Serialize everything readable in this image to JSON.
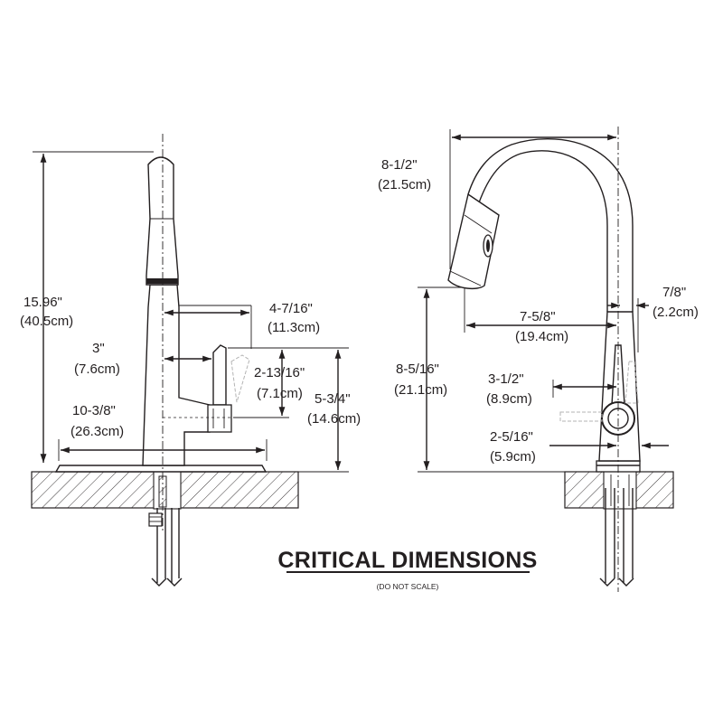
{
  "title": "CRITICAL DIMENSIONS",
  "subtitle": "(DO NOT SCALE)",
  "front_view": {
    "overall_height": {
      "in": "15.96\"",
      "cm": "(40.5cm)"
    },
    "spout_to_handle": {
      "in": "4-7/16\"",
      "cm": "(11.3cm)"
    },
    "handle_clearance": {
      "in": "3\"",
      "cm": "(7.6cm)"
    },
    "handle_height": {
      "in": "2-13/16\"",
      "cm": "(7.1cm)"
    },
    "handle_top_height": {
      "in": "5-3/4\"",
      "cm": "(14.6cm)"
    },
    "deck_plate_width": {
      "in": "10-3/8\"",
      "cm": "(26.3cm)"
    }
  },
  "side_view": {
    "spout_reach_total": {
      "in": "8-1/2\"",
      "cm": "(21.5cm)"
    },
    "spout_height": {
      "in": "8-5/16\"",
      "cm": "(21.1cm)"
    },
    "spout_reach": {
      "in": "7-5/8\"",
      "cm": "(19.4cm)"
    },
    "body_offset": {
      "in": "7/8\"",
      "cm": "(2.2cm)"
    },
    "handle_reach": {
      "in": "3-1/2\"",
      "cm": "(8.9cm)"
    },
    "base_offset": {
      "in": "2-5/16\"",
      "cm": "(5.9cm)"
    }
  }
}
